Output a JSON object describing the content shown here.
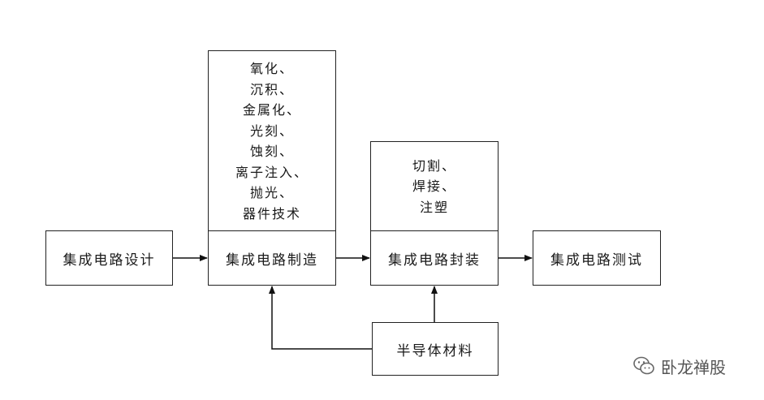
{
  "nodes": {
    "design": "集成电路设计",
    "manufacture": "集成电路制造",
    "package": "集成电路封装",
    "test": "集成电路测试",
    "material": "半导体材料"
  },
  "manufacture_steps": [
    "氧化、",
    "沉积、",
    "金属化、",
    "光刻、",
    "蚀刻、",
    "离子注入、",
    "抛光、",
    "器件技术"
  ],
  "package_steps": [
    "切割、",
    "焊接、",
    "注塑"
  ],
  "watermark": {
    "text": "卧龙禅股",
    "icon": "wechat-icon"
  }
}
